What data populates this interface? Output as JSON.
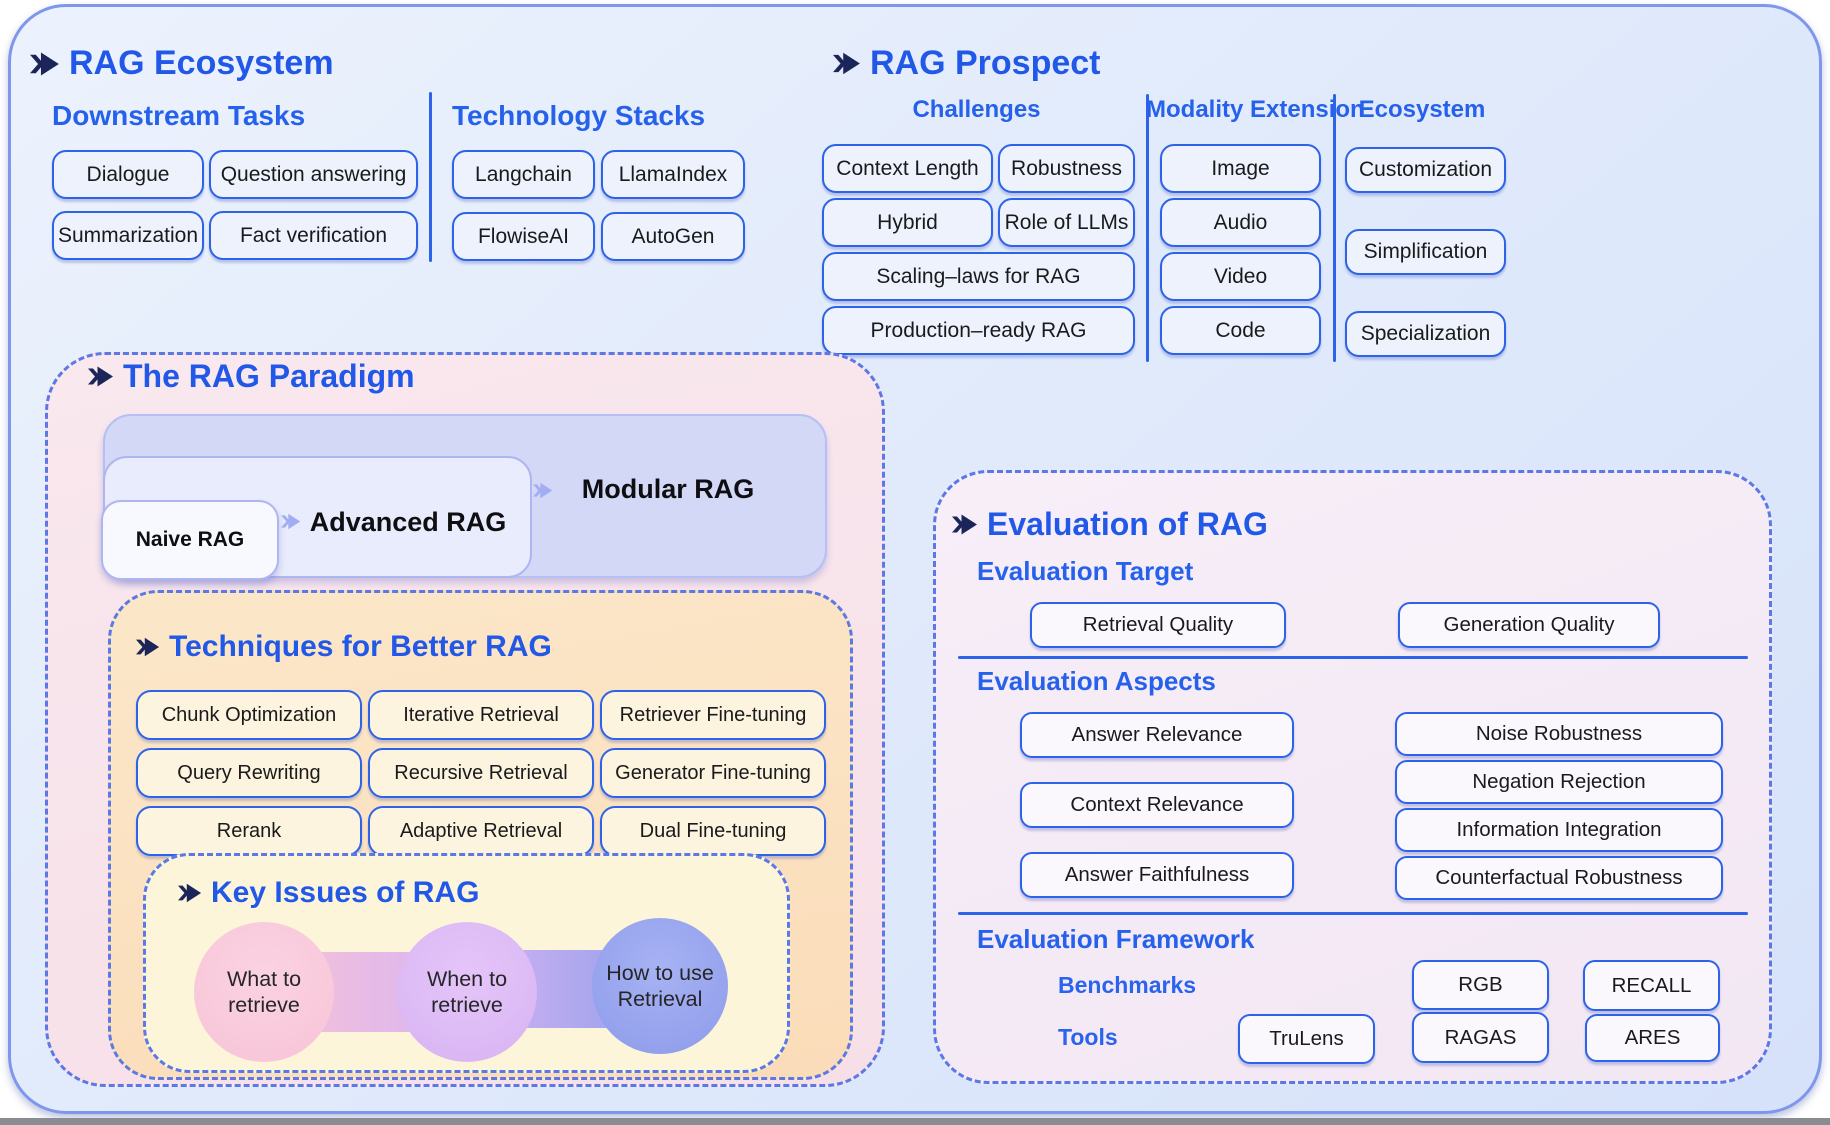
{
  "colors": {
    "accent_blue": "#2158e8",
    "pill_border": "#2d63e8",
    "dashed_border": "#5b79e6",
    "panel_bg": "#dfe9fb",
    "paradigm_bg": "#f8e5ec",
    "techniques_bg": "#fbe3c3",
    "key_issues_bg": "#fdf5da",
    "evaluation_bg": "#f6edf7",
    "arrow_navy": "#1b2559"
  },
  "rag_ecosystem": {
    "title": "RAG Ecosystem",
    "downstream_tasks": {
      "heading": "Downstream Tasks",
      "items": [
        "Dialogue",
        "Question answering",
        "Summarization",
        "Fact verification"
      ]
    },
    "technology_stacks": {
      "heading": "Technology Stacks",
      "items": [
        "Langchain",
        "LlamaIndex",
        "FlowiseAI",
        "AutoGen"
      ]
    }
  },
  "rag_prospect": {
    "title": "RAG Prospect",
    "challenges": {
      "heading": "Challenges",
      "items": [
        "Context Length",
        "Robustness",
        "Hybrid",
        "Role of LLMs",
        "Scaling–laws for RAG",
        "Production–ready RAG"
      ]
    },
    "modality_extension": {
      "heading": "Modality Extension",
      "items": [
        "Image",
        "Audio",
        "Video",
        "Code"
      ]
    },
    "ecosystem": {
      "heading": "Ecosystem",
      "items": [
        "Customization",
        "Simplification",
        "Specialization"
      ]
    }
  },
  "rag_paradigm": {
    "title": "The RAG Paradigm",
    "stages": [
      "Naive RAG",
      "Advanced RAG",
      "Modular RAG"
    ]
  },
  "techniques": {
    "title": "Techniques for Better RAG",
    "items": [
      "Chunk Optimization",
      "Query Rewriting",
      "Rerank",
      "Iterative Retrieval",
      "Recursive Retrieval",
      "Adaptive Retrieval",
      "Retriever Fine-tuning",
      "Generator Fine-tuning",
      "Dual Fine-tuning"
    ]
  },
  "key_issues": {
    "title": "Key Issues of RAG",
    "items": [
      "What to retrieve",
      "When to retrieve",
      "How to use Retrieval"
    ]
  },
  "evaluation": {
    "title": "Evaluation of RAG",
    "target": {
      "heading": "Evaluation Target",
      "items": [
        "Retrieval Quality",
        "Generation Quality"
      ]
    },
    "aspects": {
      "heading": "Evaluation Aspects",
      "left": [
        "Answer Relevance",
        "Context Relevance",
        "Answer Faithfulness"
      ],
      "right": [
        "Noise Robustness",
        "Negation Rejection",
        "Information Integration",
        "Counterfactual Robustness"
      ]
    },
    "framework": {
      "heading": "Evaluation Framework",
      "benchmarks_label": "Benchmarks",
      "benchmarks": [
        "RGB",
        "RECALL"
      ],
      "tools_label": "Tools",
      "tools": [
        "TruLens",
        "RAGAS",
        "ARES"
      ]
    }
  }
}
